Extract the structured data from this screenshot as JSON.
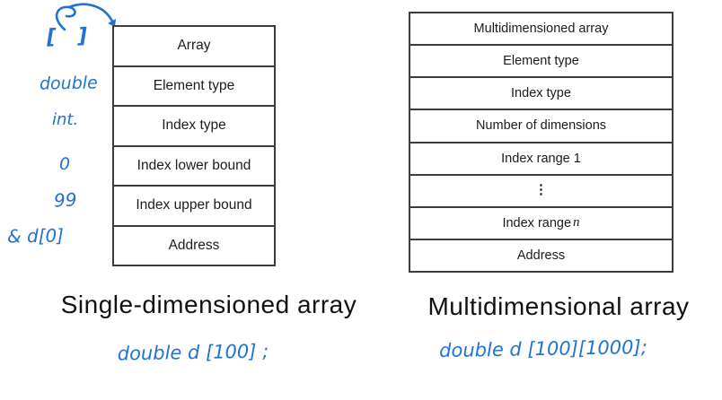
{
  "figure": {
    "left": {
      "table_rows": [
        "Array",
        "Element type",
        "Index type",
        "Index lower bound",
        "Index upper bound",
        "Address"
      ],
      "caption": "Single-dimensioned array",
      "annotations": {
        "brackets": "[ ]",
        "element_type": "double",
        "index_type": "int.",
        "lower_bound": "0",
        "upper_bound": "99",
        "address": "& d[0]",
        "code": "double d [100] ;"
      }
    },
    "right": {
      "table_rows": [
        "Multidimensioned array",
        "Element type",
        "Index type",
        "Number of dimensions",
        "Index range 1"
      ],
      "dots": "⋮",
      "index_range_n_prefix": "Index range",
      "index_range_n_var": "n",
      "address_row": "Address",
      "caption": "Multidimensional array",
      "annotations": {
        "code": "double d [100][1000];"
      }
    },
    "colors": {
      "ink_blue": "#2173d1",
      "table_border": "#3c3c3c",
      "text": "#1c1c1c"
    }
  }
}
